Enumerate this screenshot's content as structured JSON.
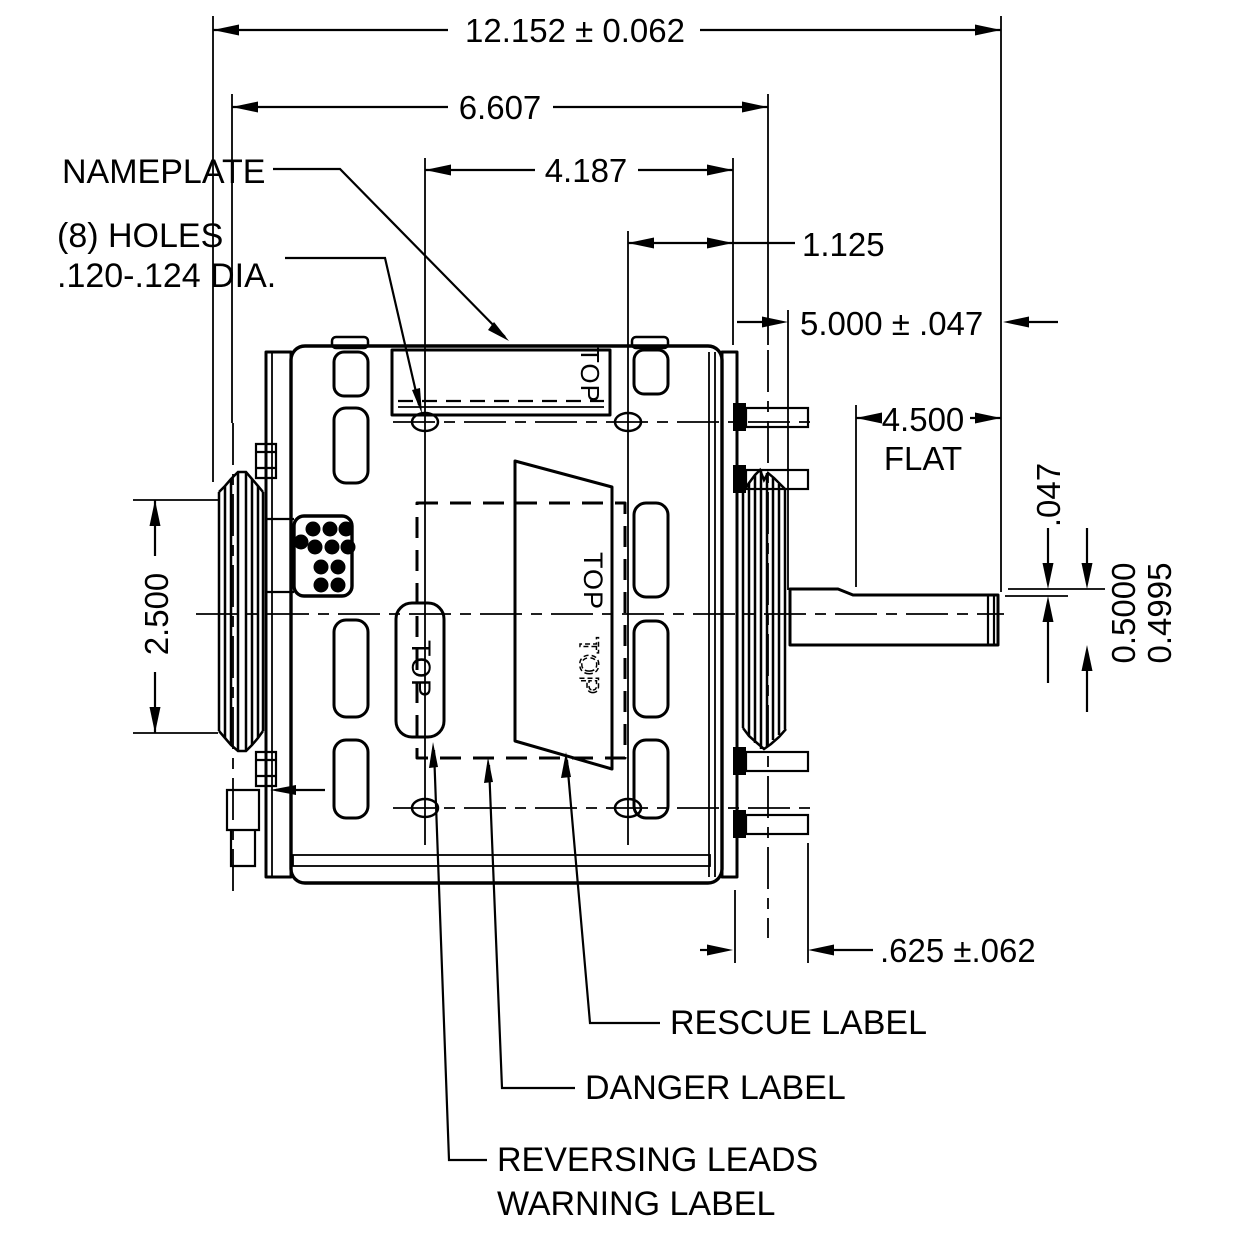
{
  "colors": {
    "ink": "#000000",
    "paper": "#ffffff"
  },
  "dimensions": {
    "overall_length": "12.152 ± 0.062",
    "band_span": "6.607",
    "hole_span": "4.187",
    "hole_to_face": "1.125",
    "shaft_extension": "5.000 ± .047",
    "flat_length": "4.500",
    "flat_qualifier": "FLAT",
    "flat_depth": ".047",
    "shaft_dia_max": "0.5000",
    "shaft_dia_min": "0.4995",
    "ring_height": "2.500",
    "stud_length": ".625 ±.062"
  },
  "callouts": {
    "nameplate": "NAMEPLATE",
    "holes_line1": "(8) HOLES",
    "holes_line2": ".120-.124 DIA.",
    "rescue": "RESCUE LABEL",
    "danger": "DANGER LABEL",
    "reversing_line1": "REVERSING LEADS",
    "reversing_line2": "WARNING LABEL"
  },
  "markers": {
    "top": "TOP"
  }
}
